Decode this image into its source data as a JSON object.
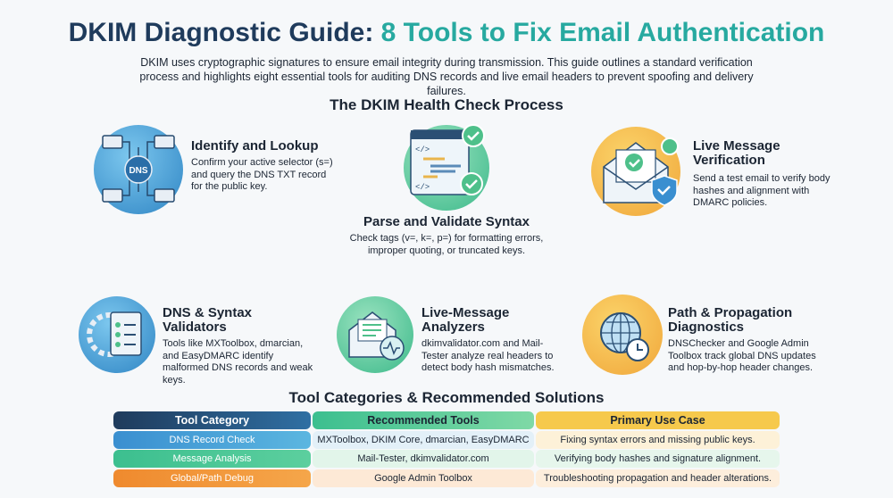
{
  "title_main": "DKIM Diagnostic Guide: ",
  "title_highlight": "8 Tools to Fix Email Authentication",
  "intro": "DKIM uses cryptographic signatures to ensure email integrity during transmission. This guide outlines a standard verification process and highlights eight essential tools for auditing DNS records and live email headers to prevent spoofing and delivery failures.",
  "process_heading": "The DKIM Health Check Process",
  "steps": [
    {
      "title": "Identify and Lookup",
      "desc": "Confirm your active selector (s=) and query the DNS TXT record for the public key.",
      "icon_label": "DNS"
    },
    {
      "title": "Parse and Validate Syntax",
      "desc": "Check tags (v=, k=, p=) for formatting errors, improper quoting, or truncated keys.",
      "code_tag": "</>"
    },
    {
      "title": "Live Message Verification",
      "desc": "Send a test email to verify body hashes and alignment with DMARC policies."
    }
  ],
  "tools": [
    {
      "title": "DNS & Syntax Validators",
      "desc": "Tools like MXToolbox, dmarcian, and EasyDMARC identify malformed DNS records and weak keys."
    },
    {
      "title": "Live-Message Analyzers",
      "desc": "dkimvalidator.com and Mail-Tester analyze real headers to detect body hash mismatches."
    },
    {
      "title": "Path & Propagation Diagnostics",
      "desc": "DNSChecker and Google Admin Toolbox track global DNS updates and hop-by-hop header changes."
    }
  ],
  "table_heading": "Tool Categories & Recommended Solutions",
  "table": {
    "headers": [
      "Tool Category",
      "Recommended Tools",
      "Primary Use Case"
    ],
    "rows": [
      [
        "DNS Record Check",
        "MXToolbox, DKIM Core, dmarcian, EasyDMARC",
        "Fixing syntax errors and missing public keys."
      ],
      [
        "Message Analysis",
        "Mail-Tester, dkimvalidator.com",
        "Verifying body hashes and signature alignment."
      ],
      [
        "Global/Path Debug",
        "Google Admin Toolbox",
        "Troubleshooting propagation and header alterations."
      ]
    ]
  },
  "colors": {
    "navy": "#1f3b5c",
    "blue": "#3a8fd0",
    "green": "#3cbf8f",
    "orange": "#f39a3a",
    "yellow": "#f6c94c"
  }
}
